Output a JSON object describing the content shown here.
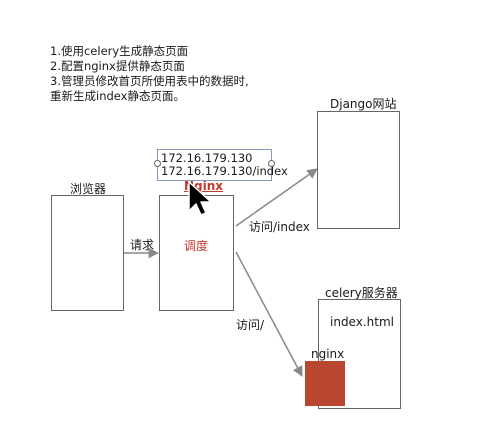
{
  "notes": [
    "1.使用celery生成静态页面",
    "2.配置nginx提供静态页面",
    "3.管理员修改首页所使用表中的数据时,",
    "重新生成index静态页面。"
  ],
  "browser": {
    "label": "浏览器"
  },
  "scheduler": {
    "label": "调度",
    "overlay_label": "Nginx"
  },
  "django": {
    "label": "Django网站"
  },
  "celery": {
    "label": "celery服务器",
    "file_label": "index.html",
    "nginx_label": "nginx"
  },
  "ip_box": {
    "line1": "172.16.179.130",
    "line2": "172.16.179.130/index"
  },
  "edges": {
    "request": "请求",
    "visit_index": "访问/index",
    "visit_root": "访问/"
  },
  "colors": {
    "accent_red": "#c0392b",
    "nginx_block": "#b9472f",
    "arrow": "#888888"
  }
}
